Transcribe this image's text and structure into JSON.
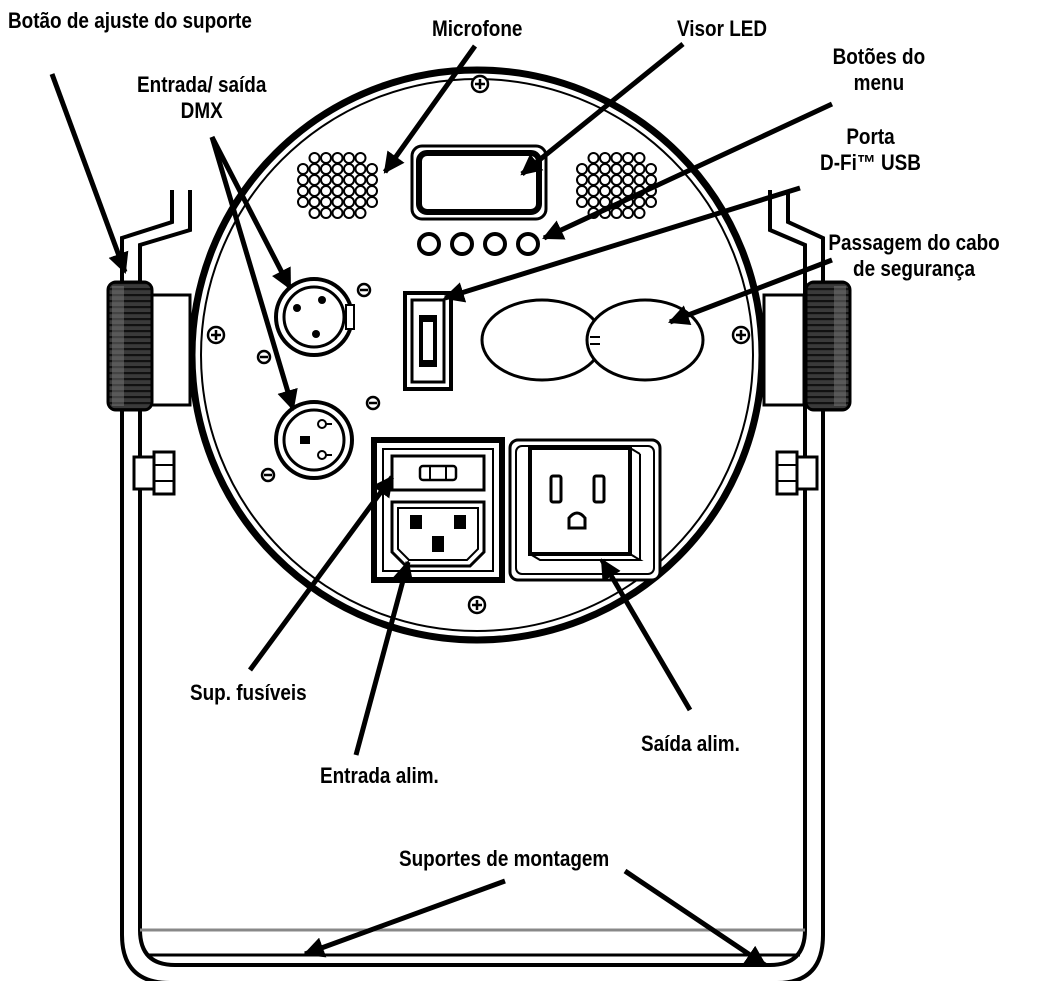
{
  "labels": {
    "bracket_knob": "Botão de ajuste do suporte",
    "microphone": "Microfone",
    "led_display": "Visor LED",
    "menu_buttons_line1": "Botões do",
    "menu_buttons_line2": "menu",
    "dmx_line1": "Entrada/ saída",
    "dmx_line2": "DMX",
    "usb_line1": "Porta",
    "usb_line2": "D-Fi™ USB",
    "safety_line1": "Passagem do cabo",
    "safety_line2": "de segurança",
    "fuse_holder": "Sup. fusíveis",
    "power_in": "Entrada alim.",
    "power_out": "Saída alim.",
    "mounting_brackets": "Suportes de montagem"
  },
  "colors": {
    "ink": "#000000",
    "light_gray": "#e6e6e6",
    "mid_gray": "#9a9a9a",
    "dark_gray": "#3a3a3a",
    "background": "#ffffff"
  }
}
